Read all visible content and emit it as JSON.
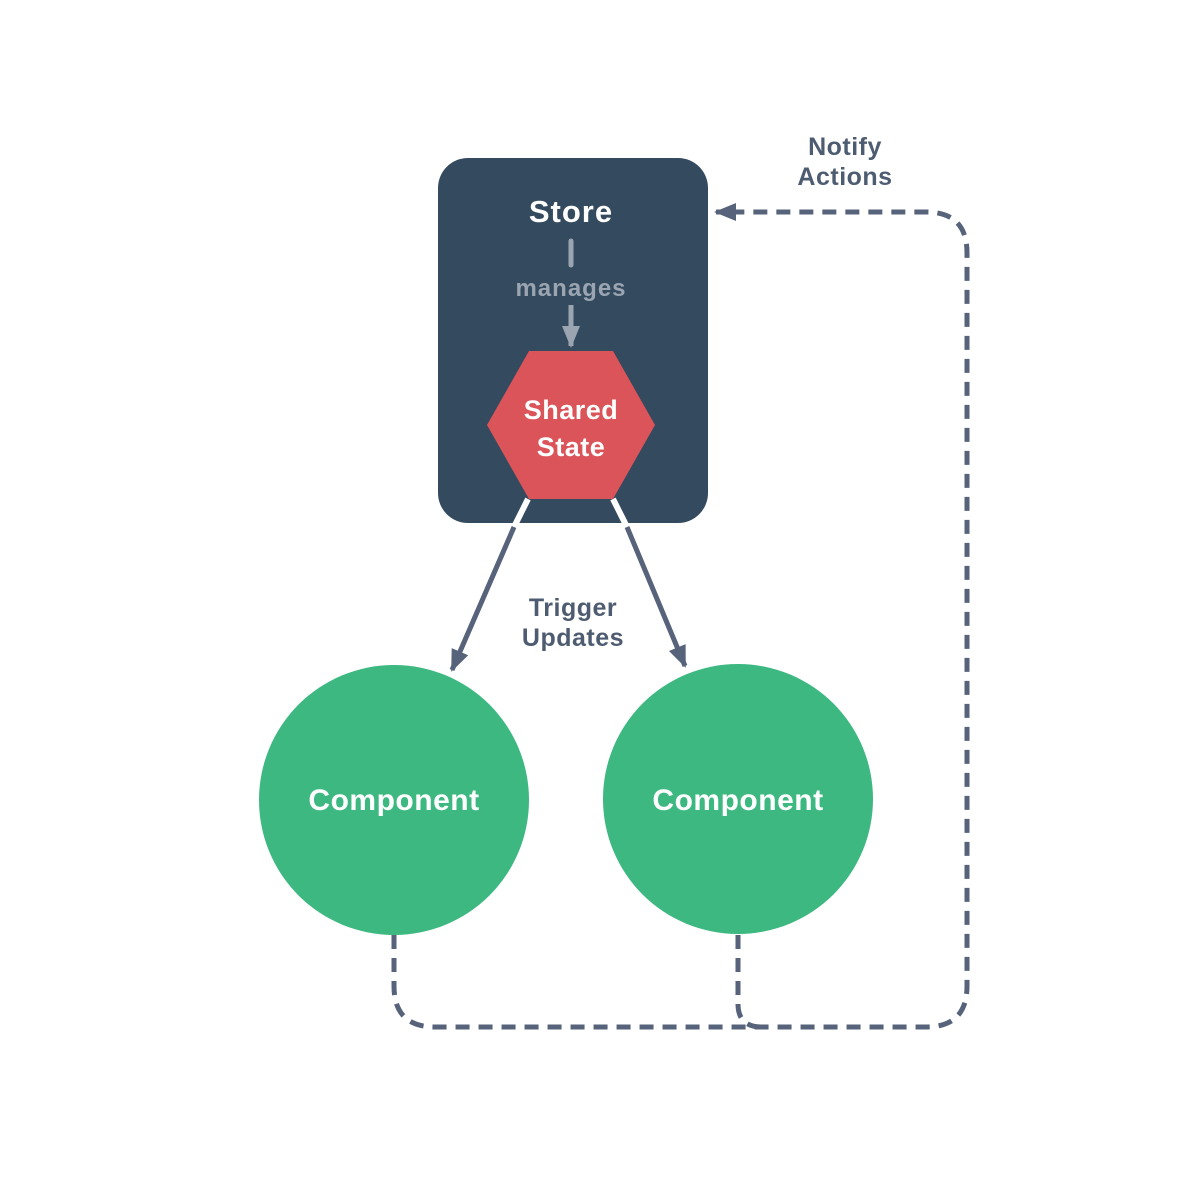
{
  "diagram": {
    "store": {
      "label": "Store",
      "manages_label": "manages"
    },
    "shared_state": {
      "line1": "Shared",
      "line2": "State"
    },
    "components": [
      {
        "label": "Component"
      },
      {
        "label": "Component"
      }
    ],
    "labels": {
      "notify": {
        "line1": "Notify",
        "line2": "Actions"
      },
      "trigger": {
        "line1": "Trigger",
        "line2": "Updates"
      }
    }
  },
  "colors": {
    "background": "#ffffff",
    "store_fill": "#344a5e",
    "state_fill": "#da5459",
    "component_fill": "#3db881",
    "muted_gray": "#9aa5b1",
    "line_slate": "#56637a",
    "label_text": "#4e5c72",
    "text_on_dark": "#ffffff"
  }
}
